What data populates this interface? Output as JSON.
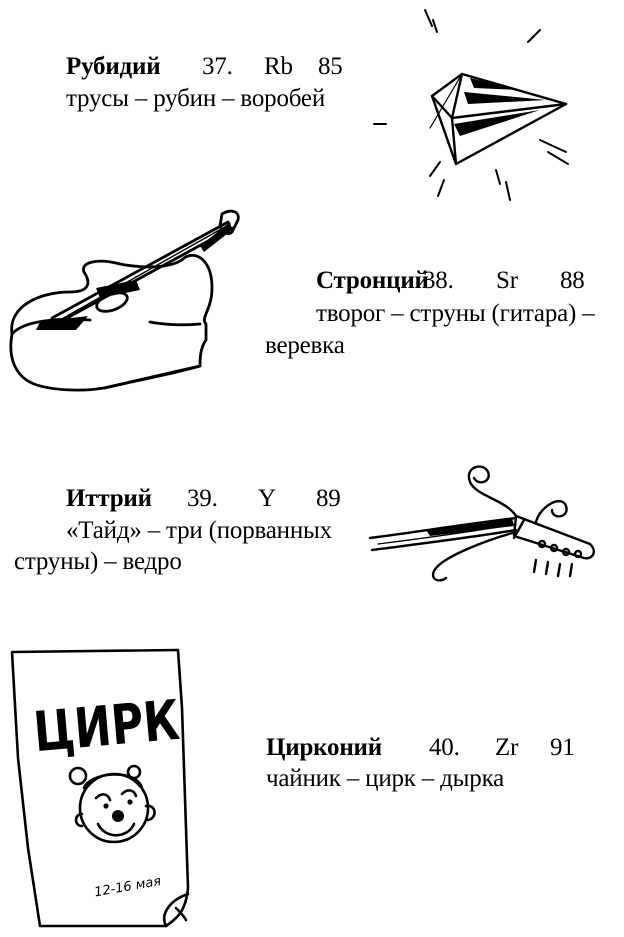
{
  "entries": [
    {
      "name": "Рубидий",
      "number": "37.",
      "symbol": "Rb",
      "mass": "85",
      "assoc": "трусы – рубин – воробей"
    },
    {
      "name": "Стронций",
      "number": "38.",
      "symbol": "Sr",
      "mass": "88",
      "assoc_line1": "творог – струны (гитара) –",
      "assoc_line2": "веревка"
    },
    {
      "name": "Иттрий",
      "number": "39.",
      "symbol": "Y",
      "mass": "89",
      "assoc_line1": "«Тайд» – три (порванных",
      "assoc_line2": "струны) – ведро"
    },
    {
      "name": "Цирконий",
      "number": "40.",
      "symbol": "Zr",
      "mass": "91",
      "assoc": "чайник – цирк – дырка"
    }
  ],
  "poster": {
    "title": "ЦИРК",
    "dates": "12-16 мая"
  },
  "icons": [
    "ruby-gem-icon",
    "guitar-icon",
    "broken-strings-icon",
    "circus-poster-icon"
  ]
}
